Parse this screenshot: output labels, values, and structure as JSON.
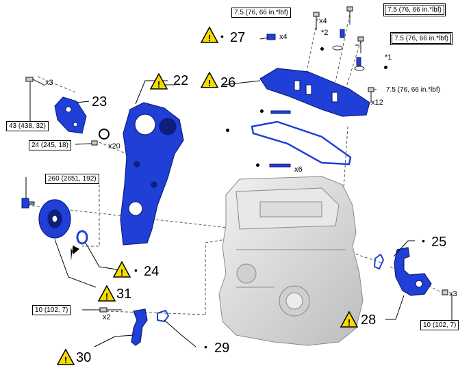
{
  "colors": {
    "part_blue": "#1f3fd6",
    "part_dark": "#0d1f7a",
    "block_gray": "#d9d9d9",
    "warn_yellow": "#f5dc00"
  },
  "torque_specs": [
    {
      "id": "t-a",
      "text": "7.5 (76, 66 in.*lbf)"
    },
    {
      "id": "t-b",
      "text": "7.5 (76, 66 in.*lbf)"
    },
    {
      "id": "t-c",
      "text": "7.5 (76, 66 in.*lbf)"
    },
    {
      "id": "t-d",
      "text": "7.5 (76, 66 in.*lbf)"
    },
    {
      "id": "t-e",
      "text": "43 (438, 32)"
    },
    {
      "id": "t-f",
      "text": "24 (245, 18)"
    },
    {
      "id": "t-g",
      "text": "260 (2651, 192)"
    },
    {
      "id": "t-h",
      "text": "10 (102, 7)"
    },
    {
      "id": "t-i",
      "text": "10 (102, 7)"
    }
  ],
  "quantities": [
    "x4",
    "x4",
    "x12",
    "x3",
    "x20",
    "x6",
    "x2",
    "x3"
  ],
  "part_refs": [
    "22",
    "23",
    "24",
    "25",
    "26",
    "27",
    "28",
    "29",
    "30",
    "31"
  ],
  "notes": [
    "*1",
    "*2"
  ],
  "bullet": "•"
}
